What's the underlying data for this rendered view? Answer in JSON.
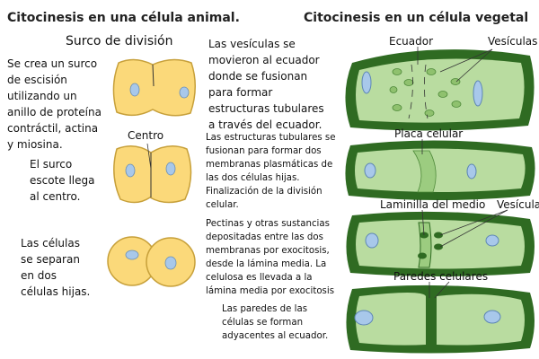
{
  "animal": {
    "title": "Citocinesis en una célula animal.",
    "furrow_label": "Surco de división",
    "step1": "Se crea un surco\nde escisión\nutilizando un\nanillo de proteína\ncontráctil, actina\ny miosina.",
    "center_label": "Centro",
    "step2": "El surco\nescote llega\nal centro.",
    "step3": "Las células\nse separan\nen dos\ncélulas hijas."
  },
  "middle": {
    "step1": "Las vesículas se\nmovieron al ecuador\ndonde se fusionan\npara formar\nestructuras tubulares\na través del ecuador.",
    "step2": "Las estructuras tubulares se\nfusionan para formar dos\nmembranas plasmáticas de\nlas dos células hijas.\nFinalización de la división\ncelular.",
    "step3": "Pectinas y otras sustancias\ndepositadas entre las dos\nmembranas por exocitosis,\ndesde la lámina media. La\ncelulosa es llevada a la\nlámina media por exocitosis",
    "step4": "Las paredes de las\ncélulas se forman\nadyacentes al ecuador."
  },
  "plant": {
    "title": "Citocinesis en un célula vegetal",
    "labels": {
      "equator": "Ecuador",
      "vesicles": "Vesículas",
      "cell_plate": "Placa celular",
      "middle_lamella": "Laminilla del medio",
      "vesicle": "Vesícula",
      "cell_walls": "Paredes celulares"
    }
  },
  "colors": {
    "cell_yellow": "#fbd97a",
    "cell_edge": "#c7a03a",
    "nucleus": "#a8c8ea",
    "wall": "#2f6b22",
    "cytoplasm": "#b9dca0",
    "vesicle": "#8fc16e"
  }
}
